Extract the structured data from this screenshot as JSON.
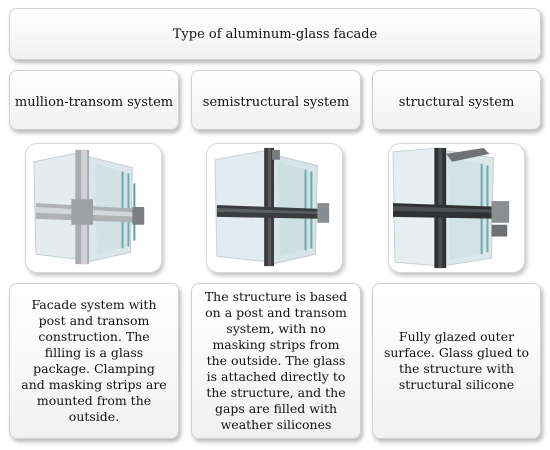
{
  "title": "Type of aluminum-glass facade",
  "systems": [
    {
      "name": "mullion-transom system",
      "description": "Facade system with post and transom construction. The filling is a glass package. Clamping and masking strips are mounted from the outside."
    },
    {
      "name": "semistructural system",
      "description": "The structure is based on a post and transom system, with no masking strips from the outside. The glass is attached directly to the structure, and the gaps are filled with weather silicones"
    },
    {
      "name": "structural system",
      "description": "Fully glazed outer surface. Glass glued to the structure with structural silicone"
    }
  ],
  "colors": {
    "glass_light": "#d6e3e6",
    "glass_edge": "#6fa9ad",
    "aluminum_light": "#b9bcbf",
    "aluminum_dark": "#3a3c3e"
  }
}
